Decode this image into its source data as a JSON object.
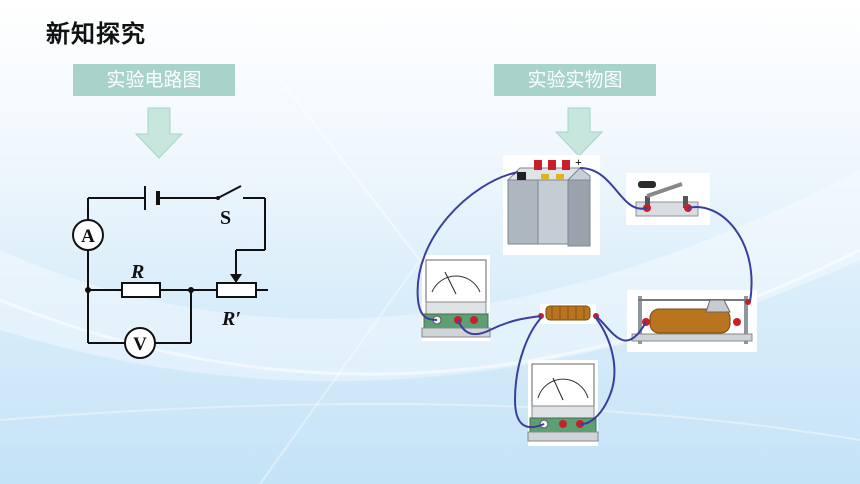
{
  "header": {
    "title": "新知探究"
  },
  "left_panel": {
    "label": "实验电路图",
    "components": {
      "ammeter": "A",
      "voltmeter": "V",
      "resistor": "R",
      "switch": "S",
      "rheostat": "R′"
    }
  },
  "right_panel": {
    "label": "实验实物图",
    "battery_minus": "−",
    "battery_plus": "+"
  },
  "colors": {
    "label_bg": "#a8d3cb",
    "arrow_fill": "#c6e6de",
    "wire_real": "#3a3f9e",
    "wire_circuit": "#111111",
    "coil": "#b8741e"
  }
}
